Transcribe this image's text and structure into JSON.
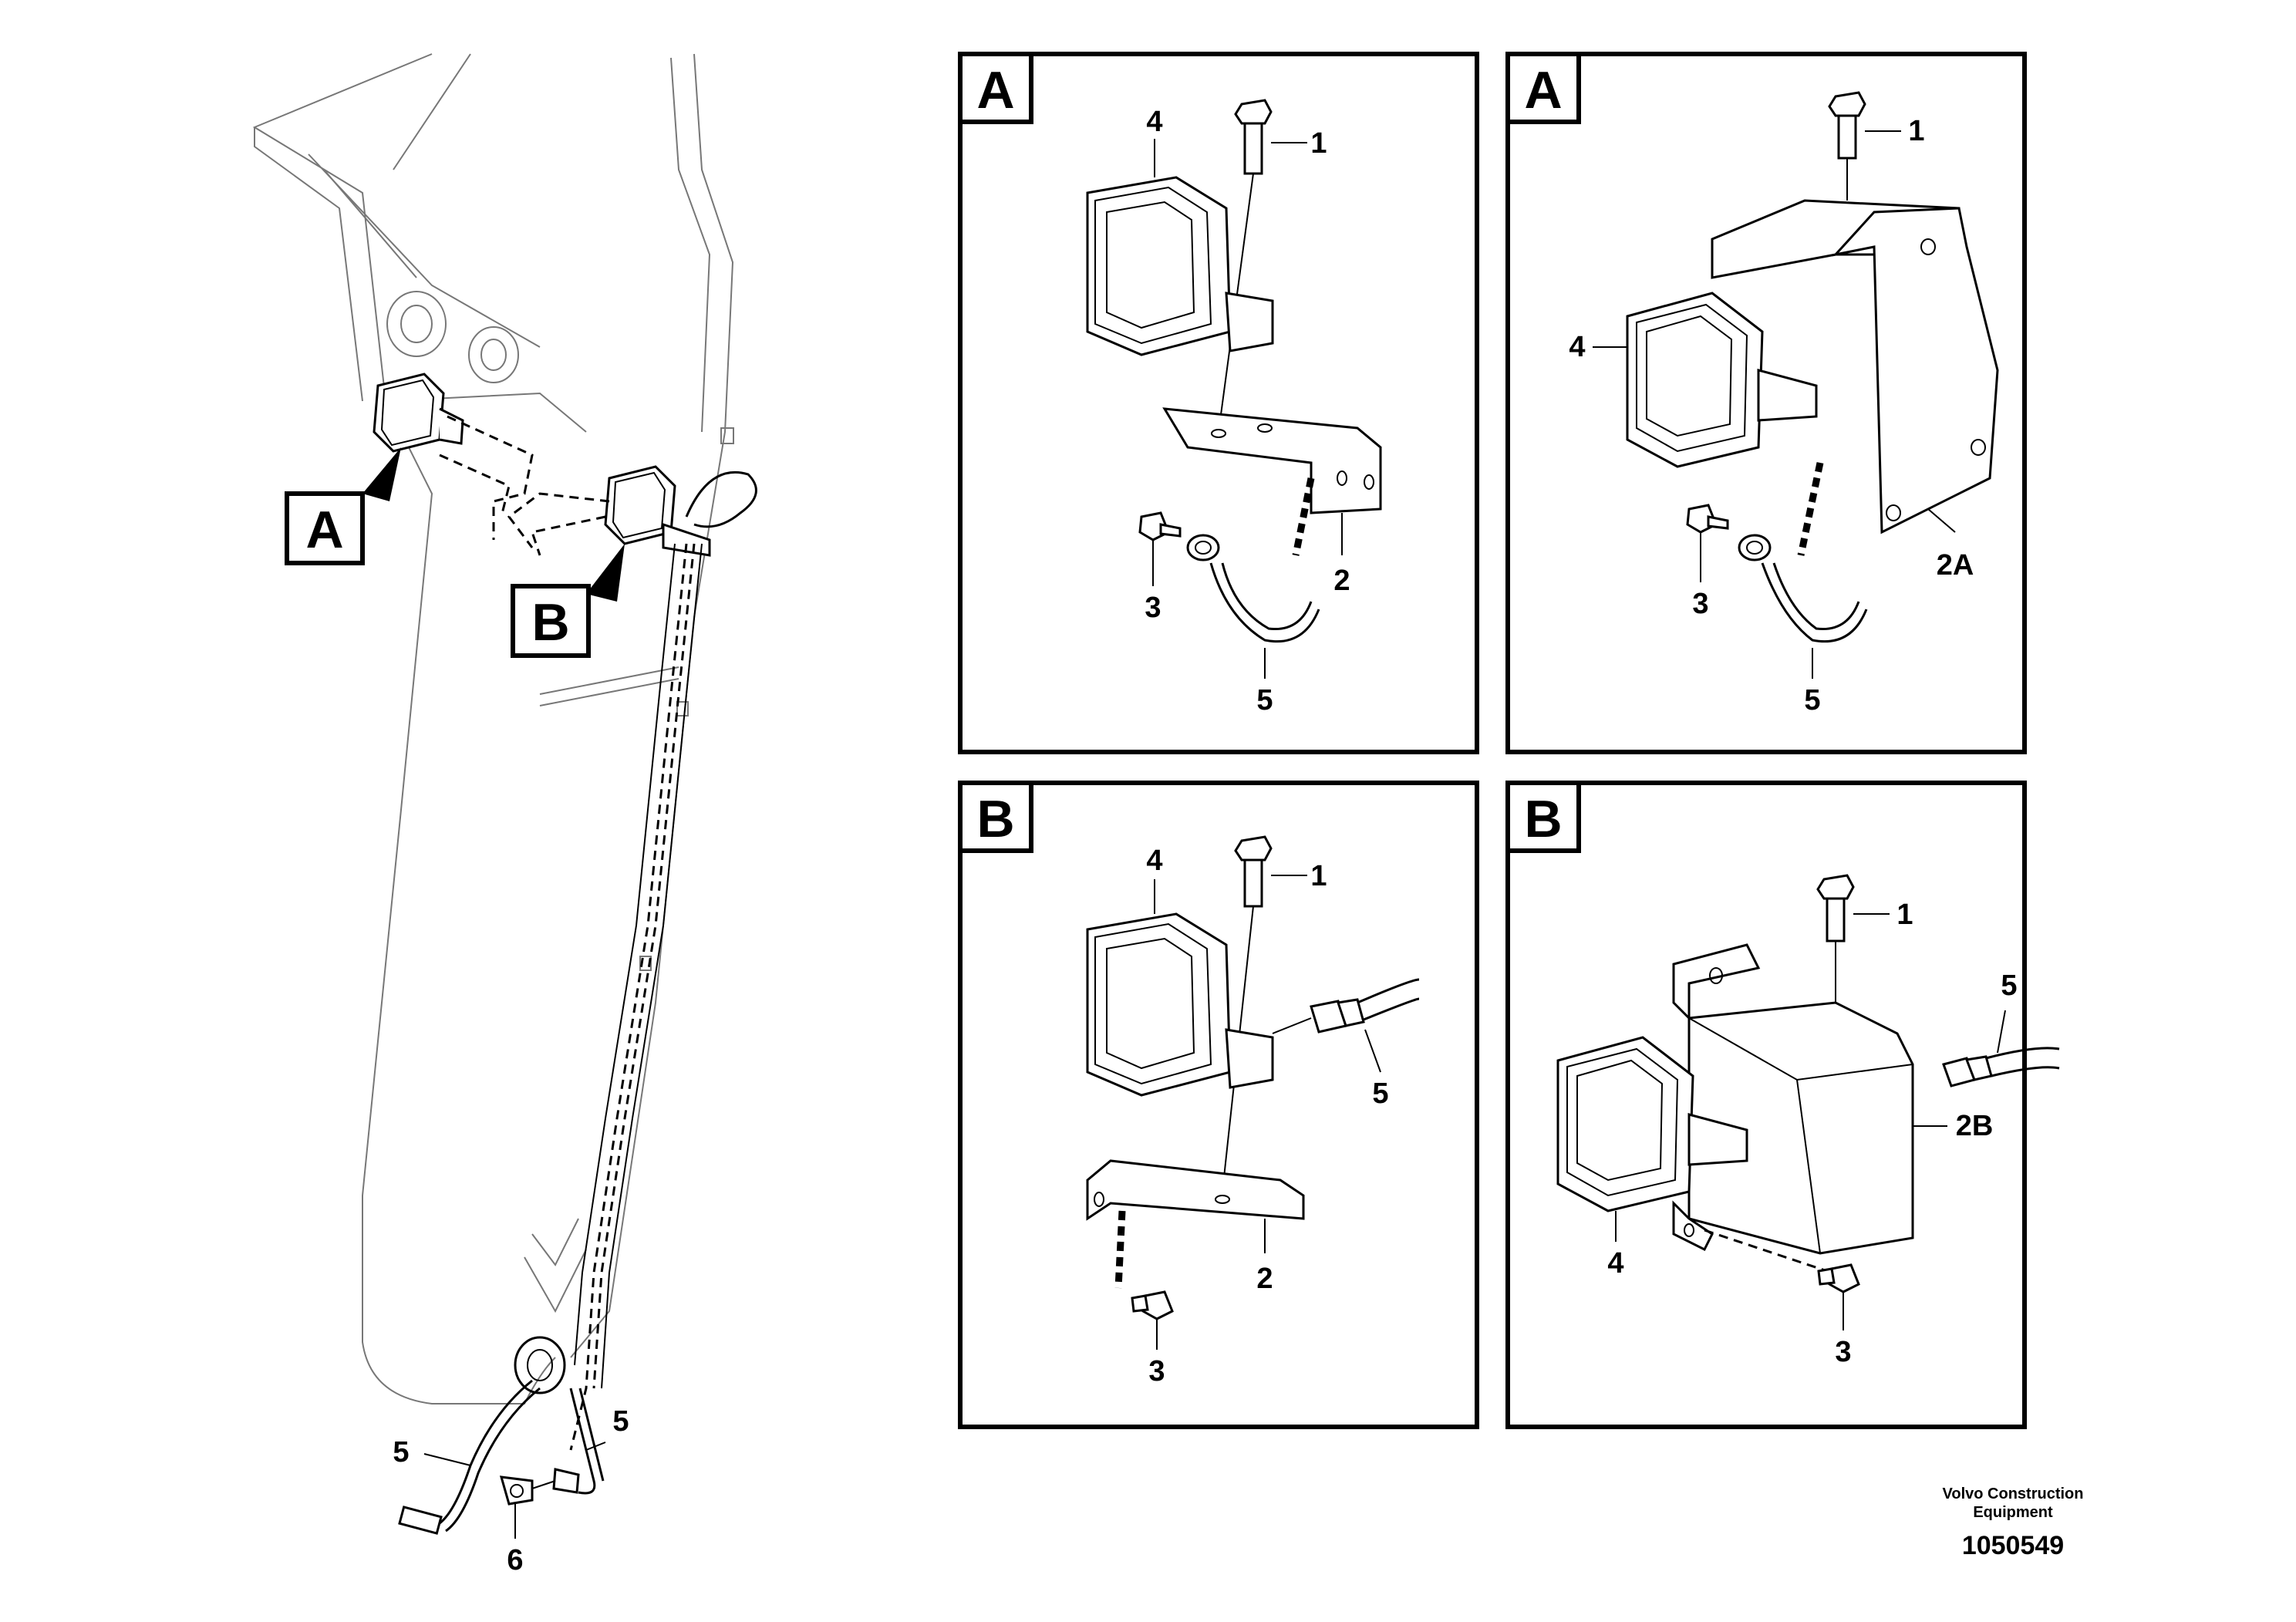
{
  "overview": {
    "callouts": [
      "A",
      "B"
    ],
    "labels": {
      "hose_left": "5",
      "hose_right": "5",
      "clamp": "6"
    }
  },
  "panels": [
    {
      "tag": "A",
      "labels": {
        "screw": "1",
        "bracket": "2",
        "bolt": "3",
        "lamp": "4",
        "cable": "5"
      }
    },
    {
      "tag": "A",
      "labels": {
        "screw": "1",
        "bracket": "2A",
        "bolt": "3",
        "lamp": "4",
        "cable": "5"
      }
    },
    {
      "tag": "B",
      "labels": {
        "screw": "1",
        "bracket": "2",
        "bolt": "3",
        "lamp": "4",
        "cable": "5"
      }
    },
    {
      "tag": "B",
      "labels": {
        "screw": "1",
        "bracket": "2B",
        "bolt": "3",
        "lamp": "4",
        "cable": "5"
      }
    }
  ],
  "footer": {
    "company_line1": "Volvo Construction",
    "company_line2": "Equipment",
    "figure_number": "1050549"
  }
}
